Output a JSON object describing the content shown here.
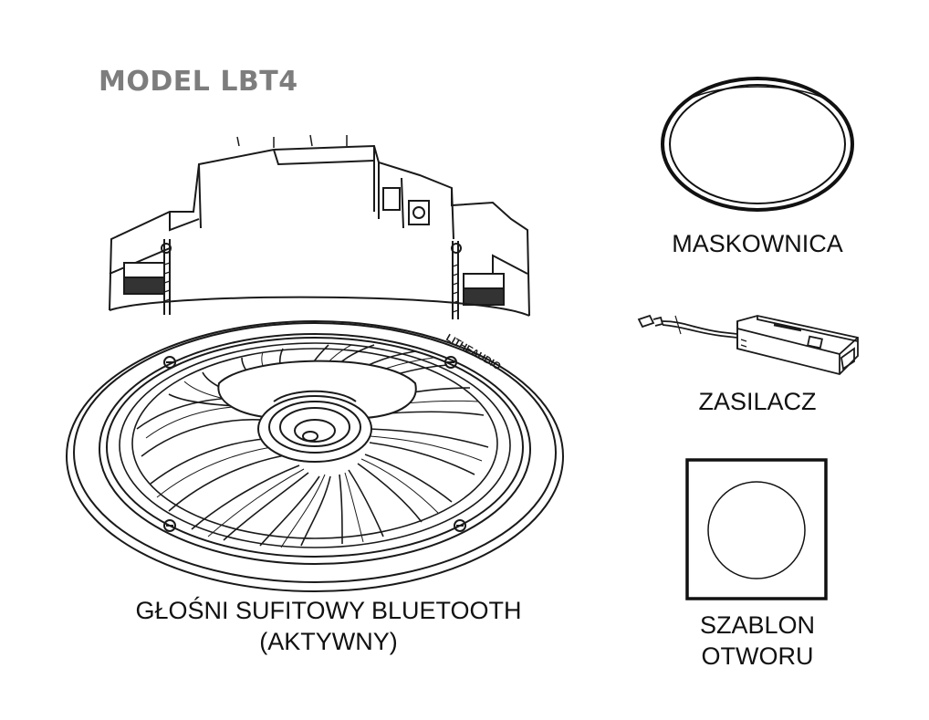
{
  "title": "MODEL LBT4",
  "brand_print": "LITHEAUDIO",
  "items": {
    "speaker": {
      "label_lines": [
        "GŁOŚNI SUFITOWY BLUETOOTH",
        "(AKTYWNY)"
      ],
      "icon": "ceiling-speaker"
    },
    "grille": {
      "label_lines": [
        "MASKOWNICA"
      ],
      "icon": "grille-ring"
    },
    "power_supply": {
      "label_lines": [
        "ZASILACZ"
      ],
      "icon": "power-supply"
    },
    "template": {
      "label_lines": [
        "SZABLON",
        "OTWORU"
      ],
      "icon": "cutout-template"
    }
  },
  "colors": {
    "line": "#1a1a1a",
    "title": "#7d7d7d",
    "background": "#ffffff"
  }
}
